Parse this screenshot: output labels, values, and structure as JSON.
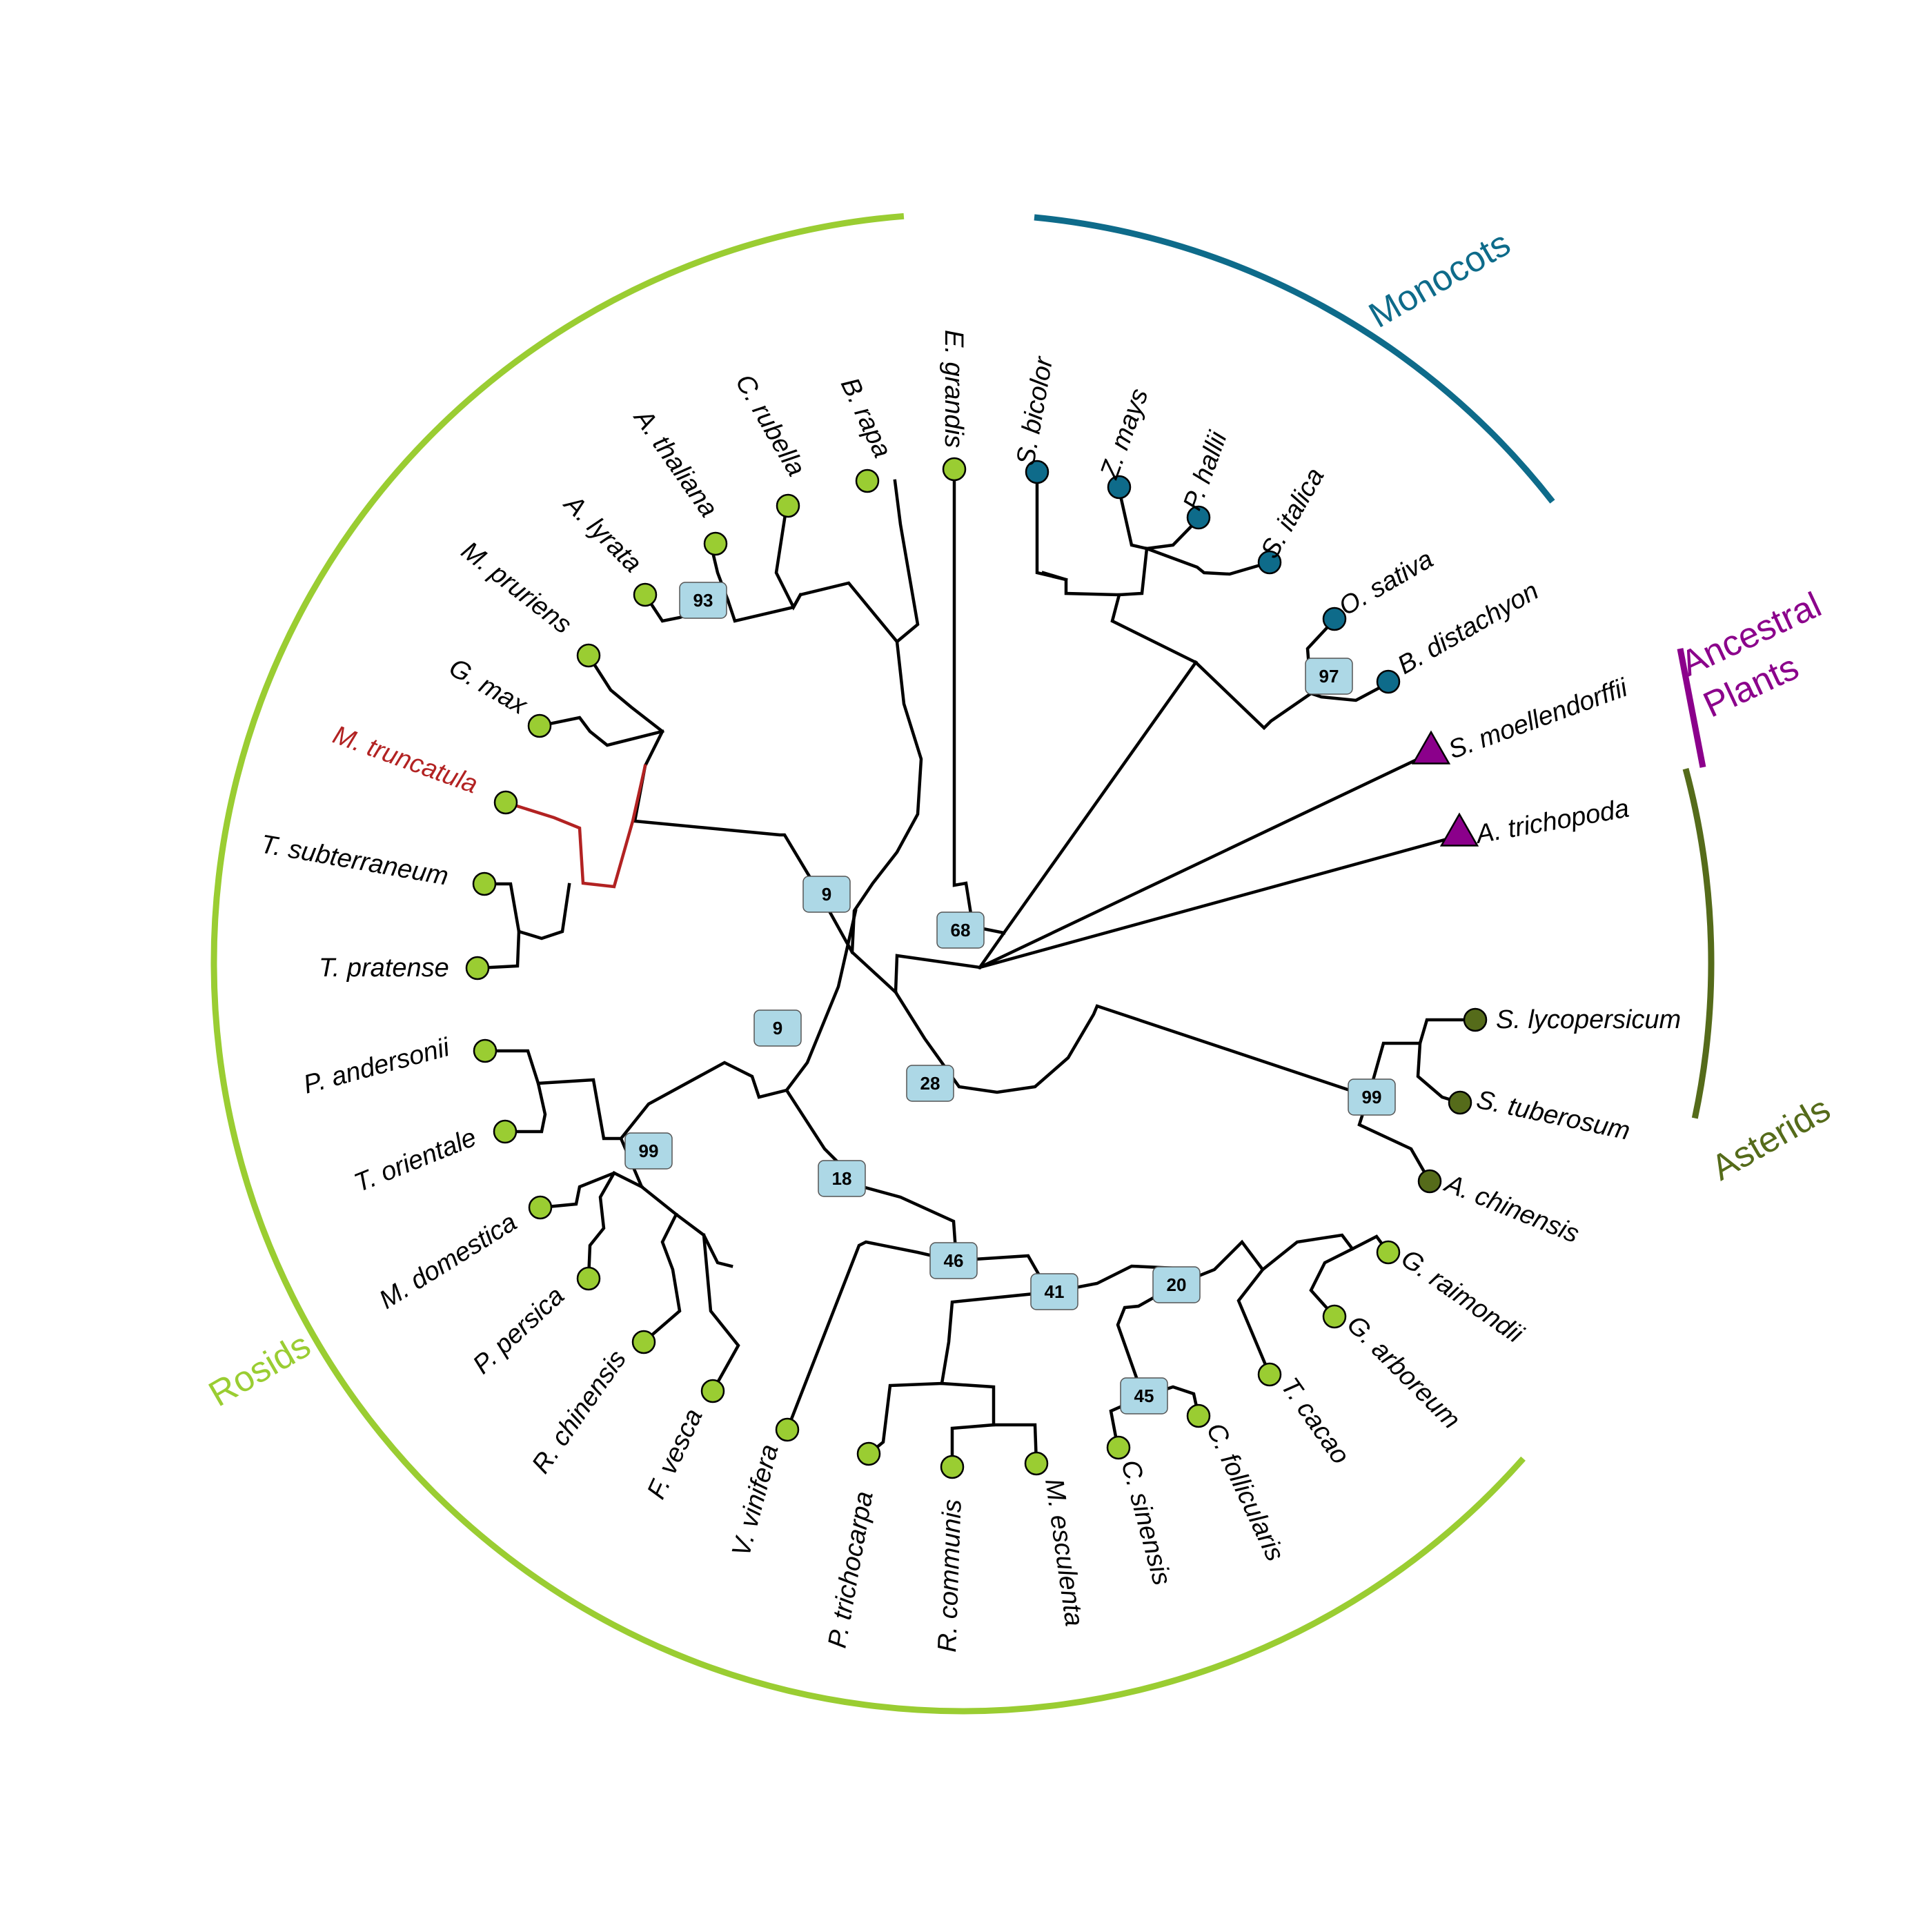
{
  "colors": {
    "rosids": "#9acd32",
    "monocots": "#0e6b8a",
    "ancestral": "#8b008b",
    "asterids": "#556b1a",
    "highlight": "#b22222",
    "bootstrap_fill": "#add8e6"
  },
  "clades": [
    {
      "id": "rosids",
      "label": "Rosids",
      "color_key": "rosids"
    },
    {
      "id": "monocots",
      "label": "Monocots",
      "color_key": "monocots"
    },
    {
      "id": "ancestral",
      "label_lines": [
        "Ancestral",
        "Plants"
      ],
      "color_key": "ancestral"
    },
    {
      "id": "asterids",
      "label": "Asterids",
      "color_key": "asterids"
    }
  ],
  "taxa": [
    {
      "id": "Bdis",
      "label": "B. distachyon",
      "clade": "monocots",
      "marker": "circle"
    },
    {
      "id": "Osat",
      "label": "O. sativa",
      "clade": "monocots",
      "marker": "circle"
    },
    {
      "id": "Sita",
      "label": "S. italica",
      "clade": "monocots",
      "marker": "circle"
    },
    {
      "id": "Phal",
      "label": "P. hallii",
      "clade": "monocots",
      "marker": "circle"
    },
    {
      "id": "Zmay",
      "label": "Z. mays",
      "clade": "monocots",
      "marker": "circle"
    },
    {
      "id": "Sbic",
      "label": "S. bicolor",
      "clade": "monocots",
      "marker": "circle"
    },
    {
      "id": "Egra",
      "label": "E. grandis",
      "clade": "rosids",
      "marker": "circle"
    },
    {
      "id": "Brap",
      "label": "B. rapa",
      "clade": "rosids",
      "marker": "circle"
    },
    {
      "id": "Crub",
      "label": "C. rubella",
      "clade": "rosids",
      "marker": "circle"
    },
    {
      "id": "Atha",
      "label": "A. thaliana",
      "clade": "rosids",
      "marker": "circle"
    },
    {
      "id": "Alyr",
      "label": "A. lyrata",
      "clade": "rosids",
      "marker": "circle"
    },
    {
      "id": "Mpru",
      "label": "M. pruriens",
      "clade": "rosids",
      "marker": "circle"
    },
    {
      "id": "Gmax",
      "label": "G. max",
      "clade": "rosids",
      "marker": "circle"
    },
    {
      "id": "Mtru",
      "label": "M. truncatula",
      "clade": "rosids",
      "marker": "circle",
      "highlight": true
    },
    {
      "id": "Tsub",
      "label": "T. subterraneum",
      "clade": "rosids",
      "marker": "circle"
    },
    {
      "id": "Tpra",
      "label": "T. pratense",
      "clade": "rosids",
      "marker": "circle"
    },
    {
      "id": "Pand",
      "label": "P. andersonii",
      "clade": "rosids",
      "marker": "circle"
    },
    {
      "id": "Tori",
      "label": "T. orientale",
      "clade": "rosids",
      "marker": "circle"
    },
    {
      "id": "Mdom",
      "label": "M. domestica",
      "clade": "rosids",
      "marker": "circle"
    },
    {
      "id": "Pper",
      "label": "P. persica",
      "clade": "rosids",
      "marker": "circle"
    },
    {
      "id": "Rchi",
      "label": "R. chinensis",
      "clade": "rosids",
      "marker": "circle"
    },
    {
      "id": "Fves",
      "label": "F. vesca",
      "clade": "rosids",
      "marker": "circle"
    },
    {
      "id": "Vvin",
      "label": "V. vinifera",
      "clade": "rosids",
      "marker": "circle"
    },
    {
      "id": "Ptri",
      "label": "P. trichocarpa",
      "clade": "rosids",
      "marker": "circle"
    },
    {
      "id": "Rcom",
      "label": "R. communis",
      "clade": "rosids",
      "marker": "circle"
    },
    {
      "id": "Mesc",
      "label": "M. esculenta",
      "clade": "rosids",
      "marker": "circle"
    },
    {
      "id": "Csin",
      "label": "C. sinensis",
      "clade": "rosids",
      "marker": "circle"
    },
    {
      "id": "Cfol",
      "label": "C. follicularis",
      "clade": "rosids",
      "marker": "circle"
    },
    {
      "id": "Tcac",
      "label": "T. cacao",
      "clade": "rosids",
      "marker": "circle"
    },
    {
      "id": "Garb",
      "label": "G. arboreum",
      "clade": "rosids",
      "marker": "circle"
    },
    {
      "id": "Grai",
      "label": "G. raimondii",
      "clade": "rosids",
      "marker": "circle"
    },
    {
      "id": "Achi",
      "label": "A. chinensis",
      "clade": "asterids",
      "marker": "circle"
    },
    {
      "id": "Stub",
      "label": "S. tuberosum",
      "clade": "asterids",
      "marker": "circle"
    },
    {
      "id": "Slyc",
      "label": "S. lycopersicum",
      "clade": "asterids",
      "marker": "circle"
    },
    {
      "id": "Atri",
      "label": "A. trichopoda",
      "clade": "ancestral",
      "marker": "triangle"
    },
    {
      "id": "Smoe",
      "label": "S. moellendorffii",
      "clade": "ancestral",
      "marker": "triangle"
    }
  ],
  "bootstrap_values": [
    "93",
    "97",
    "9",
    "68",
    "9",
    "28",
    "99",
    "18",
    "46",
    "41",
    "20",
    "45",
    "99"
  ]
}
